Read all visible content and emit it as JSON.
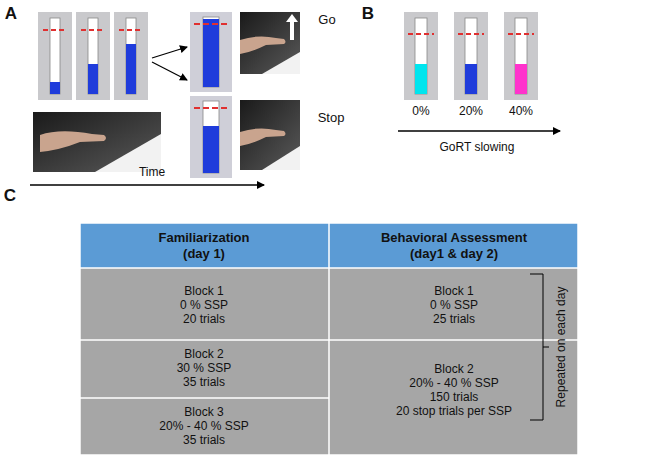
{
  "diagram": {
    "labels": [
      "A",
      "Go",
      "Stop",
      "Time",
      "B",
      "0%",
      "20%",
      "40%",
      "GoRT slowing",
      "C",
      "Familiarization",
      "(day 1)",
      "Behavioral Assessment",
      "(day1 & day 2)",
      "Block 1",
      "0 % SSP",
      "20 trials",
      "Block 2",
      "30 % SSP",
      "35 trials",
      "Block 3",
      "20% - 40 % SSP",
      "35 trials",
      "Block 1",
      "0 % SSP",
      "25 trials",
      "Block 2",
      "20% - 40 % SSP",
      "150 trials",
      "20 stop trials per SSP",
      "Repeated on each day"
    ]
  }
}
